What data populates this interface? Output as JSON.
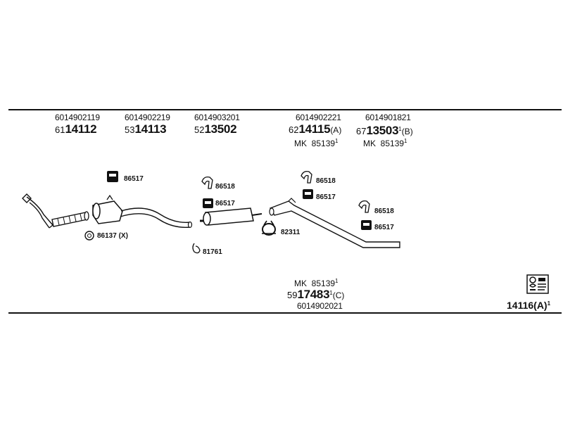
{
  "groups": [
    {
      "ref": "6014902119",
      "prefix": "61",
      "part": "14112",
      "suffix": ""
    },
    {
      "ref": "6014902219",
      "prefix": "53",
      "part": "14113",
      "suffix": ""
    },
    {
      "ref": "6014903201",
      "prefix": "52",
      "part": "13502",
      "suffix": ""
    },
    {
      "ref": "6014902221",
      "prefix": "62",
      "part": "14115",
      "suffix": "(A)",
      "mk_prefix": "MK",
      "mk_part": "85139",
      "mk_sup": "1"
    },
    {
      "ref": "6014901821",
      "prefix": "67",
      "part": "13503",
      "suffix": "(B)",
      "sup": "1",
      "mk_prefix": "MK",
      "mk_part": "85139",
      "mk_sup": "1"
    }
  ],
  "bottom_group": {
    "mk_prefix": "MK",
    "mk_part": "85139",
    "mk_sup": "1",
    "prefix": "59",
    "part": "17483",
    "sup": "1",
    "suffix": "(C)",
    "ref": "6014902021"
  },
  "kit": {
    "code": "14116(A)",
    "sup": "1",
    "icon": "assembly-kit-icon"
  },
  "labels": {
    "l86517a": "86517",
    "l86137": "86137 (X)",
    "l86518a": "86518",
    "l86517b": "86517",
    "l81761": "81761",
    "l82311": "82311",
    "l86518b": "86518",
    "l86517c": "86517",
    "l86518c": "86518",
    "l86517d": "86517"
  }
}
